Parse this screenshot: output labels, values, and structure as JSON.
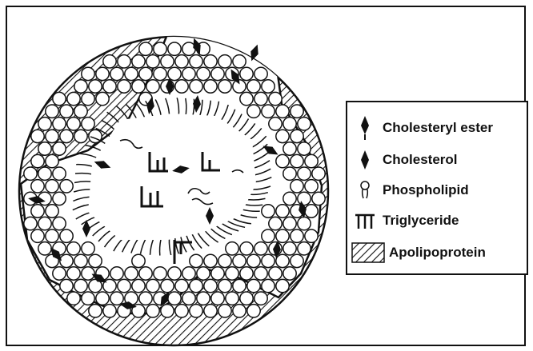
{
  "diagram": {
    "legend": {
      "items": [
        {
          "label": "Cholesteryl ester",
          "icon": "cholesteryl-ester-icon"
        },
        {
          "label": "Cholesterol",
          "icon": "cholesterol-icon"
        },
        {
          "label": "Phospholipid",
          "icon": "phospholipid-icon"
        },
        {
          "label": "Triglyceride",
          "icon": "triglyceride-icon"
        },
        {
          "label": "Apolipoprotein",
          "icon": "apolipoprotein-icon"
        }
      ]
    },
    "colors": {
      "stroke": "#111111",
      "fill": "#ffffff"
    }
  }
}
